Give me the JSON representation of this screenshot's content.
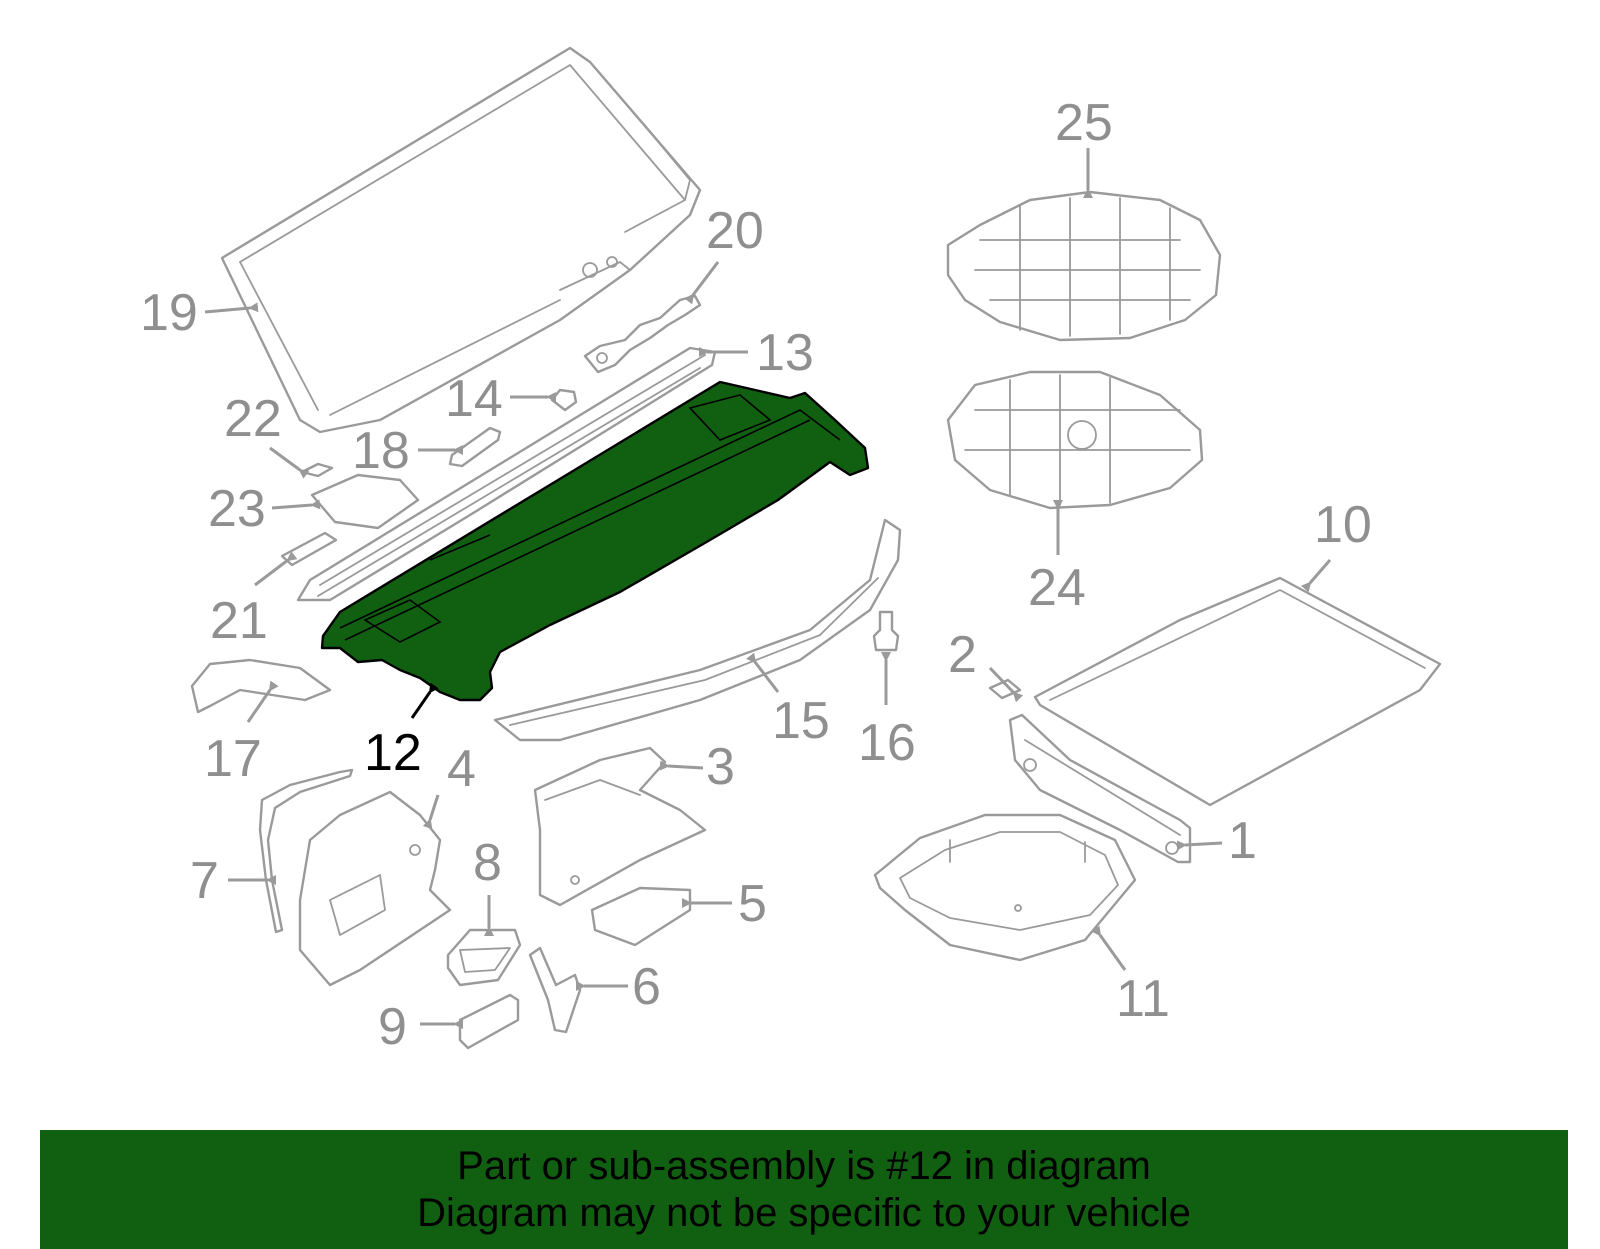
{
  "highlight_color": "#116011",
  "part_color": "#9a9a9a",
  "callouts": {
    "c1": "1",
    "c2": "2",
    "c3": "3",
    "c4": "4",
    "c5": "5",
    "c6": "6",
    "c7": "7",
    "c8": "8",
    "c9": "9",
    "c10": "10",
    "c11": "11",
    "c12": "12",
    "c13": "13",
    "c14": "14",
    "c15": "15",
    "c16": "16",
    "c17": "17",
    "c18": "18",
    "c19": "19",
    "c20": "20",
    "c21": "21",
    "c22": "22",
    "c23": "23",
    "c24": "24",
    "c25": "25"
  },
  "highlighted_part": "12",
  "banner": {
    "line1": "Part or sub-assembly is #12 in diagram",
    "line2": "Diagram may not be specific to your vehicle"
  }
}
